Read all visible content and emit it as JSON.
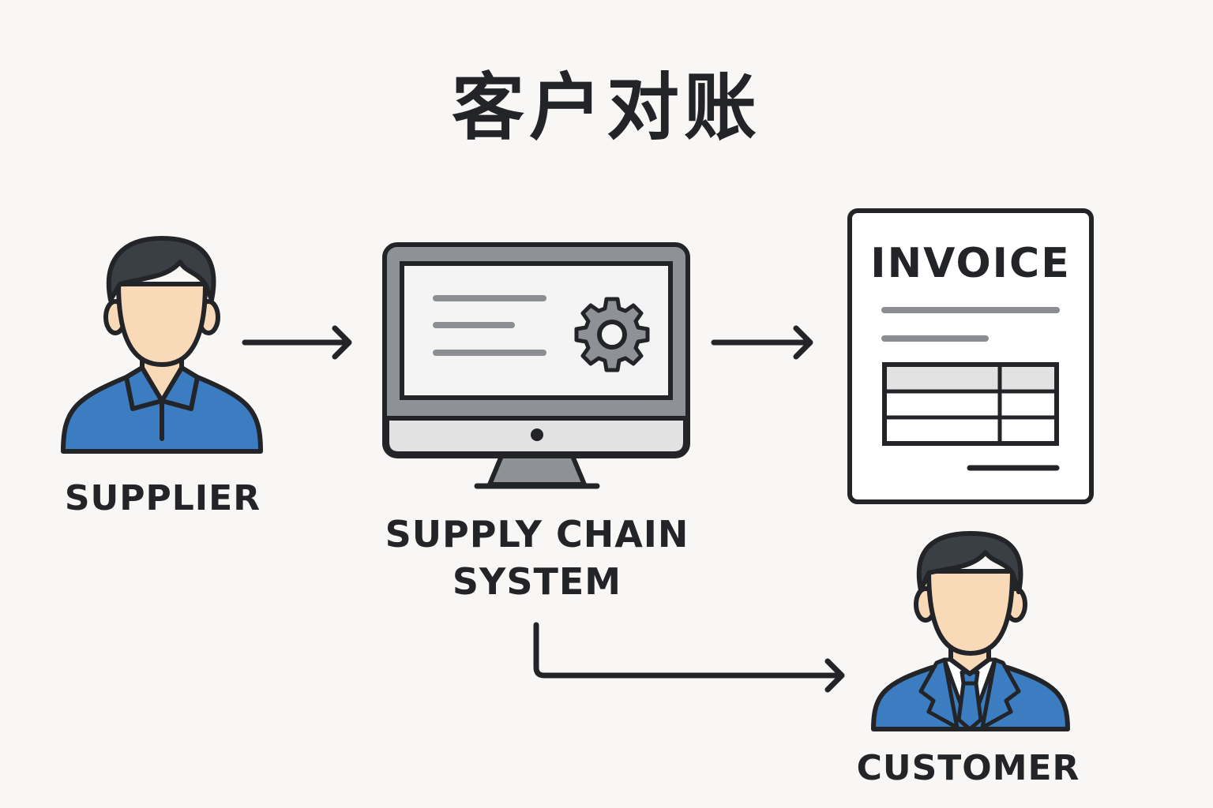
{
  "title": "客户对账",
  "nodes": {
    "supplier": {
      "label": "SUPPLIER",
      "icon": "person-icon"
    },
    "system": {
      "label_line1": "SUPPLY CHAIN",
      "label_line2": "SYSTEM",
      "icon": "monitor-gear-icon"
    },
    "invoice": {
      "label": "INVOICE",
      "icon": "invoice-document-icon"
    },
    "customer": {
      "label": "CUSTOMER",
      "icon": "businessman-icon"
    }
  },
  "colors": {
    "outline": "#222428",
    "shirt_blue": "#3b7dc0",
    "skin": "#f8d9b8",
    "hair": "#3a3f46",
    "monitor_gray": "#8e9296",
    "screen_white": "#f4f4f4",
    "line_gray": "#8a8e93",
    "table_header": "#e2e2e2",
    "background": "#f8f7f5"
  }
}
